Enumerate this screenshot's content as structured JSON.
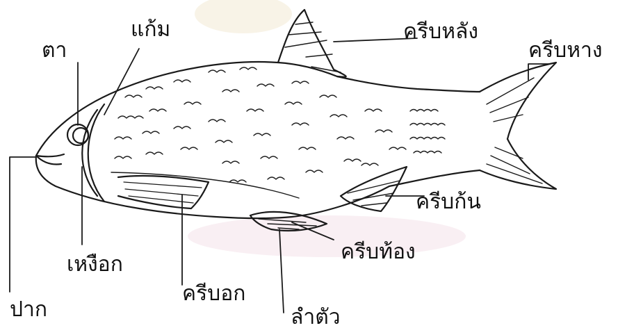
{
  "diagram": {
    "labels": {
      "eye": "ตา",
      "cheek": "แก้ม",
      "dorsal_fin": "ครีบหลัง",
      "tail_fin": "ครีบหาง",
      "anal_fin": "ครีบก้น",
      "pelvic_fin": "ครีบท้อง",
      "gill_cover": "เหงือก",
      "pectoral_fin": "ครีบอก",
      "mouth": "ปาก",
      "body": "ลำตัว"
    }
  }
}
